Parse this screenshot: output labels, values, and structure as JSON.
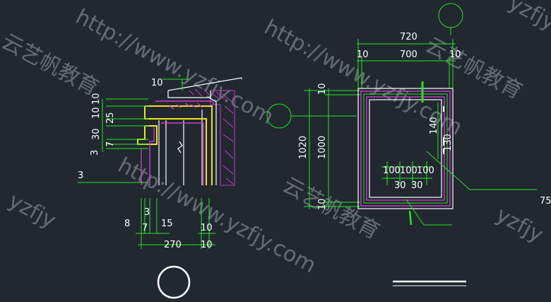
{
  "watermarks": {
    "url": "http://www.yzfjy.com",
    "url_short": "yzfjy",
    "brand": "云艺帆教育"
  },
  "left_detail": {
    "dims_vertical": [
      "10",
      "10",
      "25",
      "30",
      "7",
      "3"
    ],
    "dims_left": [
      "3"
    ],
    "dims_bottom": [
      "8",
      "3",
      "7",
      "15",
      "10",
      "270",
      "10"
    ]
  },
  "right_plan": {
    "overall_width": "720",
    "inner_width": "700",
    "edge_left": "10",
    "edge_right": "10",
    "overall_height": "1020",
    "inner_height": "1000",
    "edge_top": "10",
    "edge_bottom": "10",
    "dim_140": "140",
    "dim_130": "130",
    "gap_a": "100",
    "gap_b": "100",
    "gap_c": "100",
    "dim_30a": "30",
    "dim_30b": "30",
    "side_label": "75"
  },
  "colors": {
    "background": "#212830",
    "dimension": "#22e622",
    "outline": "#ffffff",
    "finish": "#d13ad1",
    "frame": "#f2e31a"
  }
}
